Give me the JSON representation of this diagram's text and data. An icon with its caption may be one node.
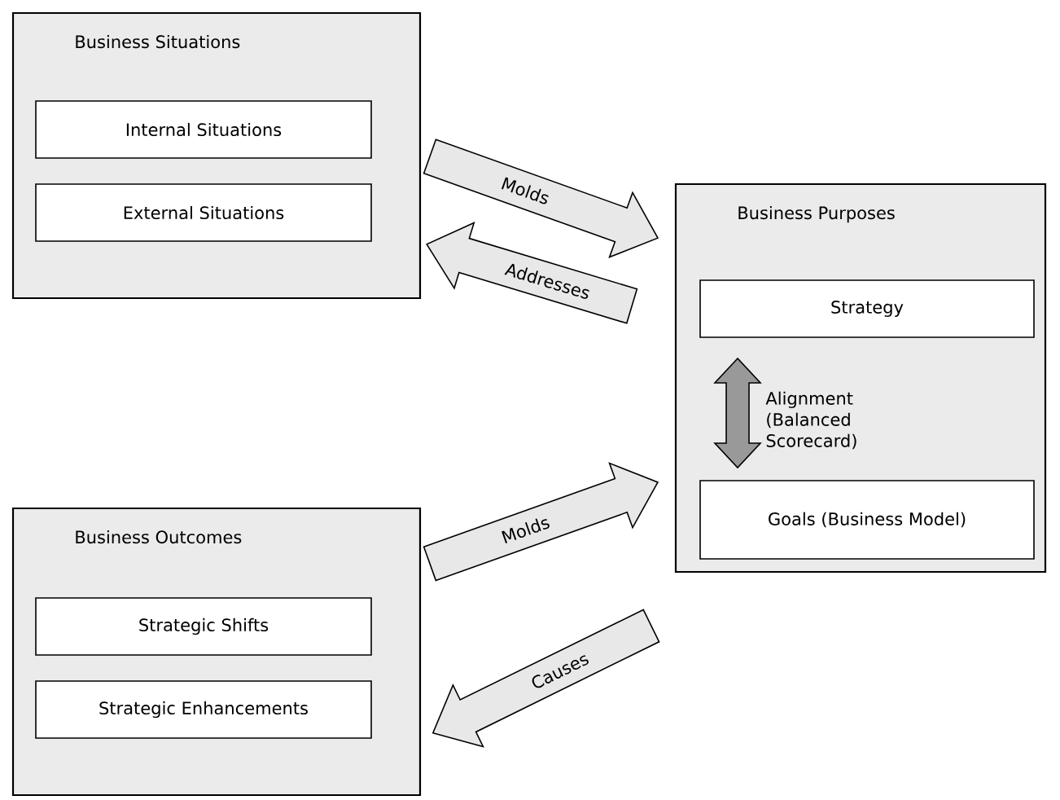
{
  "diagram": {
    "nodes": [
      {
        "text": [
          "Business Situations"
        ]
      },
      {
        "text": [
          "Internal Situations"
        ],
        "in": 0
      },
      {
        "text": [
          "External Situations"
        ],
        "in": 0
      },
      {
        "text": [
          "Business Outcomes"
        ]
      },
      {
        "text": [
          "Strategic Shifts"
        ],
        "in": 3
      },
      {
        "text": [
          "Strategic Enhancements"
        ],
        "in": 3
      },
      {
        "text": [
          "Business Purposes"
        ]
      },
      {
        "text": [
          "Strategy"
        ],
        "in": 6
      },
      {
        "text": [
          "Goals (Business Model)"
        ],
        "in": 6
      }
    ],
    "edges": [
      {
        "from": 0,
        "to": 6,
        "arrow": "to",
        "label": "Molds"
      },
      {
        "from": 6,
        "to": 0,
        "arrow": "to",
        "label": "Addresses"
      },
      {
        "from": 3,
        "to": 6,
        "arrow": "to",
        "label": "Molds"
      },
      {
        "from": 6,
        "to": 3,
        "arrow": "to",
        "label": "Causes"
      },
      {
        "from": 7,
        "to": 8,
        "arrow": "both",
        "label": "Alignment (Balanced Scorecard)",
        "color": "#999999"
      }
    ]
  }
}
